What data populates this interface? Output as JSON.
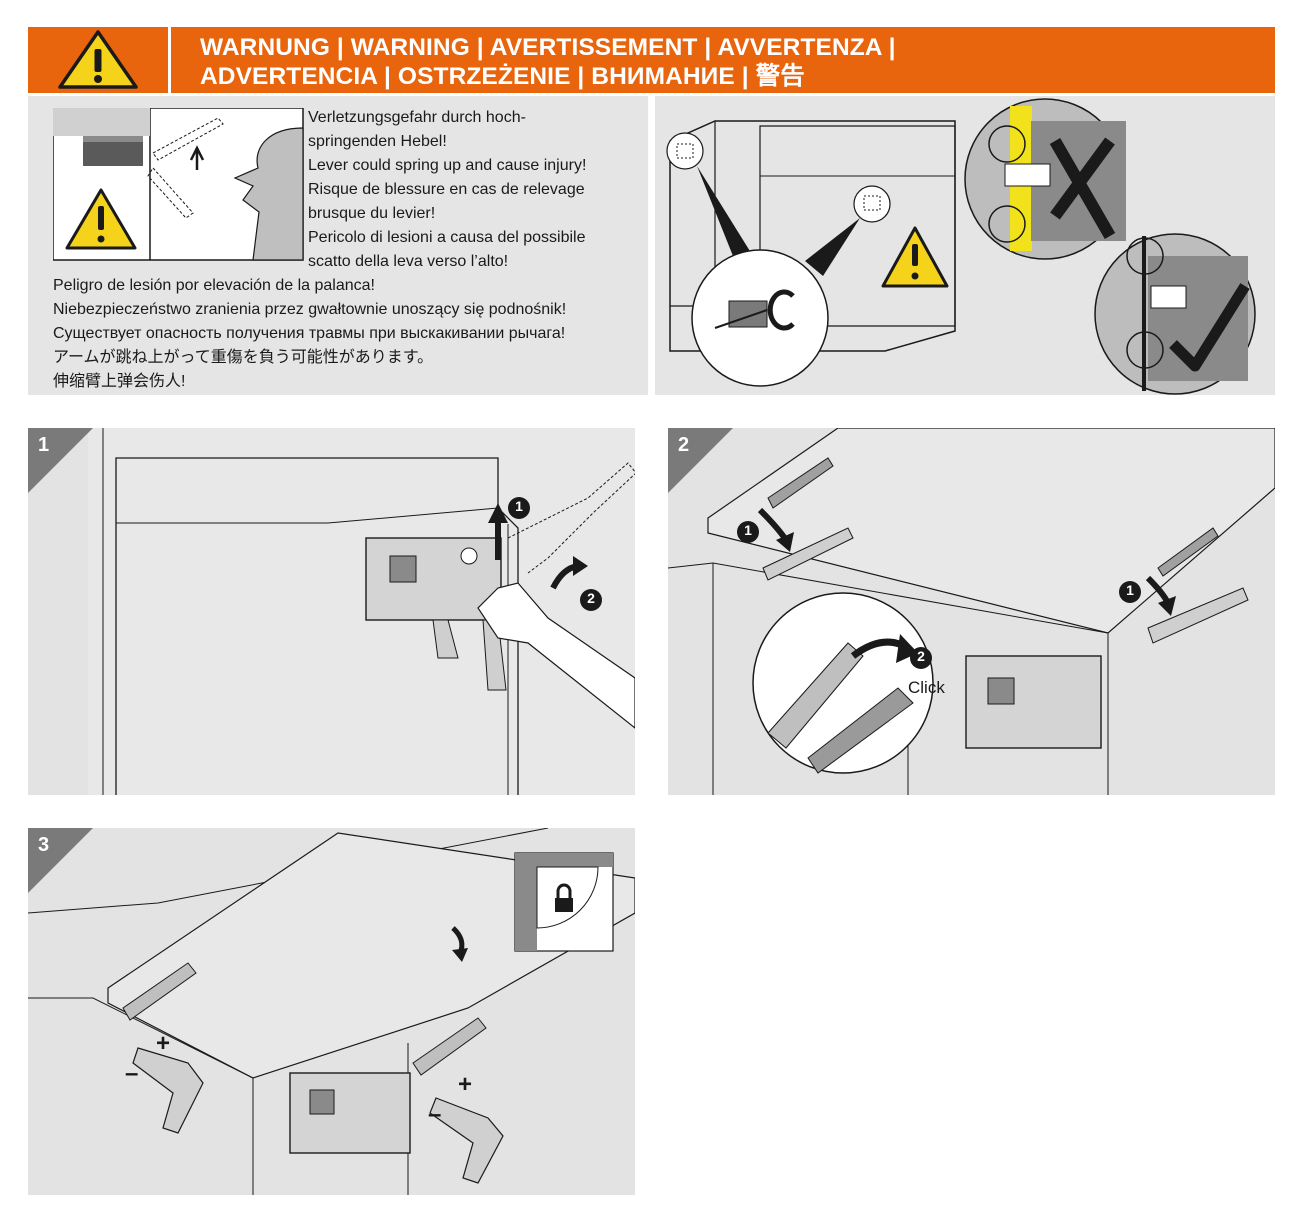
{
  "banner": {
    "title_line1": "WARNUNG | WARNING | AVERTISSEMENT | AVVERTENZA |",
    "title_line2": "ADVERTENCIA | OSTRZEŻENIE | ВНИМАНИЕ | 警告",
    "icon": "warning-triangle-icon",
    "color": "#e8650d"
  },
  "warning_text": {
    "lines_right": [
      "Verletzungsgefahr durch hoch-",
      "springenden Hebel!",
      "Lever could spring up and cause injury!",
      "Risque de blessure en cas de relevage",
      "brusque du levier!",
      "Pericolo di lesioni a causa del possibile",
      "scatto della leva verso l’alto!"
    ],
    "lines_full": [
      "Peligro de lesión por elevación de la palanca!",
      "Niebezpieczeństwo zranienia przez gwałtownie unoszący się podnośnik!",
      "Существует опасность получения травмы при выскакивании рычага!",
      "アームが跳ね上がって重傷を負う可能性があります。",
      "伸缩臂上弹会伤人!"
    ]
  },
  "steps": [
    {
      "number": "1",
      "markers": [
        "1",
        "2"
      ]
    },
    {
      "number": "2",
      "markers": [
        "1",
        "1",
        "2"
      ],
      "click_label": "Click"
    },
    {
      "number": "3",
      "signs": [
        "+",
        "–",
        "+",
        "–"
      ],
      "icon": "lock-icon"
    }
  ],
  "colors": {
    "panel": "#e5e5e5",
    "highlight": "#f2e21b"
  }
}
